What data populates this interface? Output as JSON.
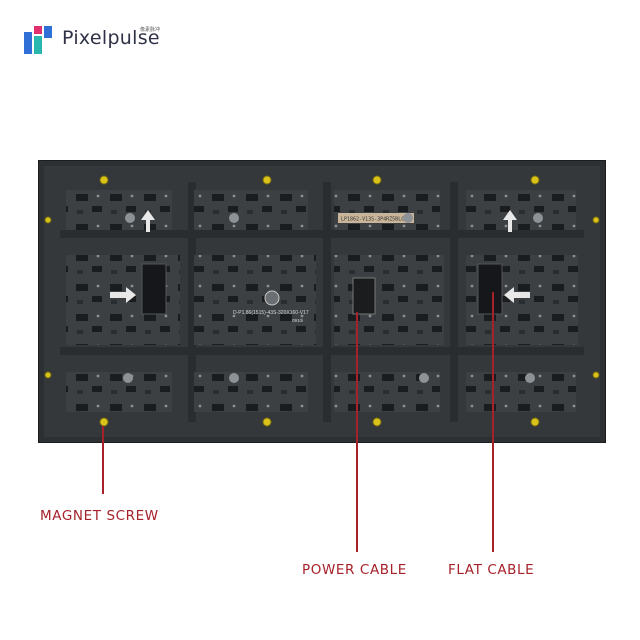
{
  "brand": {
    "name": "Pixelpulse",
    "subtitle": "像素脉冲",
    "colors": {
      "mark_blue": "#2f6fd6",
      "mark_pink": "#e0306f",
      "mark_teal": "#2ab7b0",
      "text": "#2f3247"
    }
  },
  "panel": {
    "board_label": "D-P1.86(1515)-43S-320X160-V17",
    "date_code": "0910i",
    "sticker_text": "LP1862-V13S-3P4RZ5BLCM"
  },
  "callouts": {
    "magnet_screw": "MAGNET SCREW",
    "power_cable": "POWER CABLE",
    "flat_cable": "FLAT CABLE",
    "accent_color": "#a6212a"
  }
}
